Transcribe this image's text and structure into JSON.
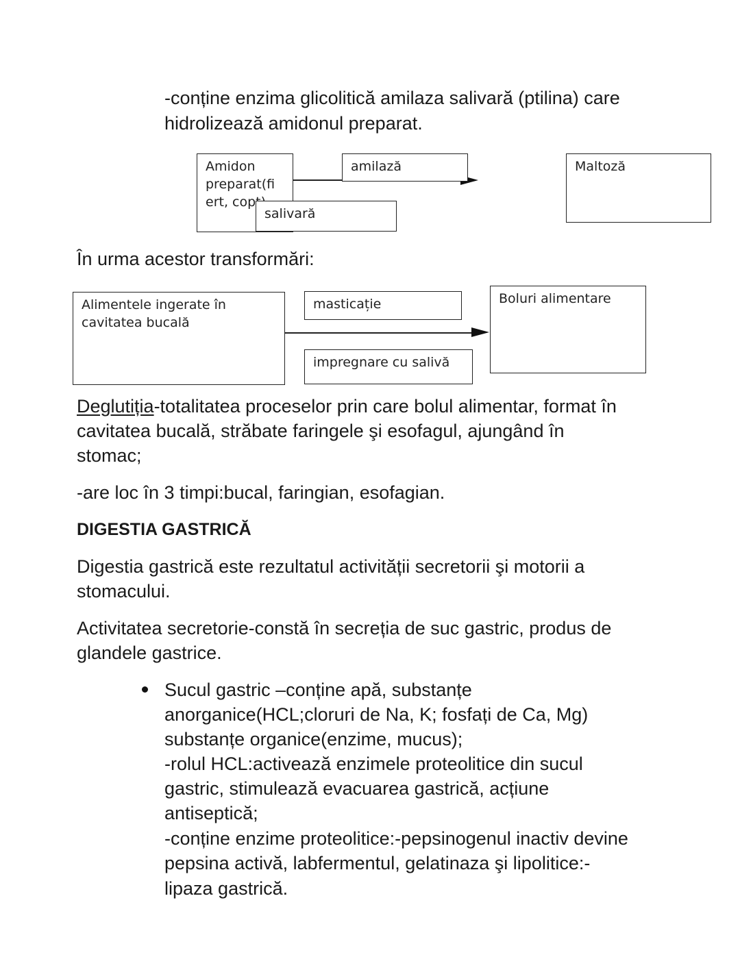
{
  "intro": {
    "line1": "-conține enzima glicolitică amilaza salivară (ptilina) care",
    "line2": "hidrolizează amidonul preparat."
  },
  "diagram1": {
    "source_line1": "Amidon",
    "source_line2": "preparat(fi",
    "source_line3": "ert, copt)",
    "enzyme_top": "amilază",
    "enzyme_bottom": "salivară",
    "product": "Maltoză"
  },
  "transform_heading": "În urma acestor transformări:",
  "diagram2": {
    "source_line1": "Alimentele ingerate în",
    "source_line2": "cavitatea bucală",
    "process_top": "masticație",
    "process_bottom": "impregnare cu salivă",
    "product": "Boluri alimentare"
  },
  "deglutition": {
    "term": "Deglutiția",
    "line1_rest": "-totalitatea proceselor prin care bolul alimentar, format în",
    "line2": "cavitatea bucală, străbate faringele şi esofagul, ajungând în",
    "line3": "stomac;",
    "phases": "-are loc în 3 timpi:bucal, faringian, esofagian."
  },
  "gastric_heading": "DIGESTIA GASTRICĂ",
  "gastric_para1": {
    "line1": "Digestia gastrică este rezultatul  activității secretorii şi motorii a",
    "line2": "stomacului."
  },
  "gastric_para2": {
    "line1": "Activitatea secretorie-constă în secreția de suc gastric, produs de",
    "line2": "glandele gastrice."
  },
  "bullet_item": {
    "lines": [
      "Sucul gastric –conține apă, substanțe",
      "anorganice(HCL;cloruri de Na, K; fosfați de Ca, Mg)",
      "substanțe organice(enzime, mucus);",
      "-rolul HCL:activează enzimele proteolitice din sucul",
      "gastric, stimulează evacuarea gastrică, acțiune",
      "antiseptică;",
      "-conține enzime proteolitice:-pepsinogenul inactiv devine",
      "pepsina activă, labfermentul, gelatinaza şi lipolitice:-",
      "lipaza gastrică."
    ]
  }
}
